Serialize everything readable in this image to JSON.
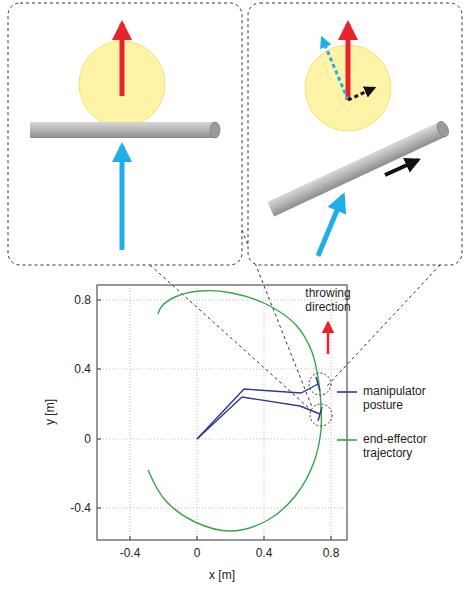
{
  "diagram": {
    "labels": [
      "throwing direction",
      "0.8",
      "0.4",
      "0",
      "-0.4",
      "-0.4",
      "0",
      "0.4",
      "0.8",
      "y [m]",
      "x [m]"
    ],
    "legend": [
      {
        "text": "manipulator posture"
      },
      {
        "text": "end-effector trajectory"
      }
    ]
  }
}
